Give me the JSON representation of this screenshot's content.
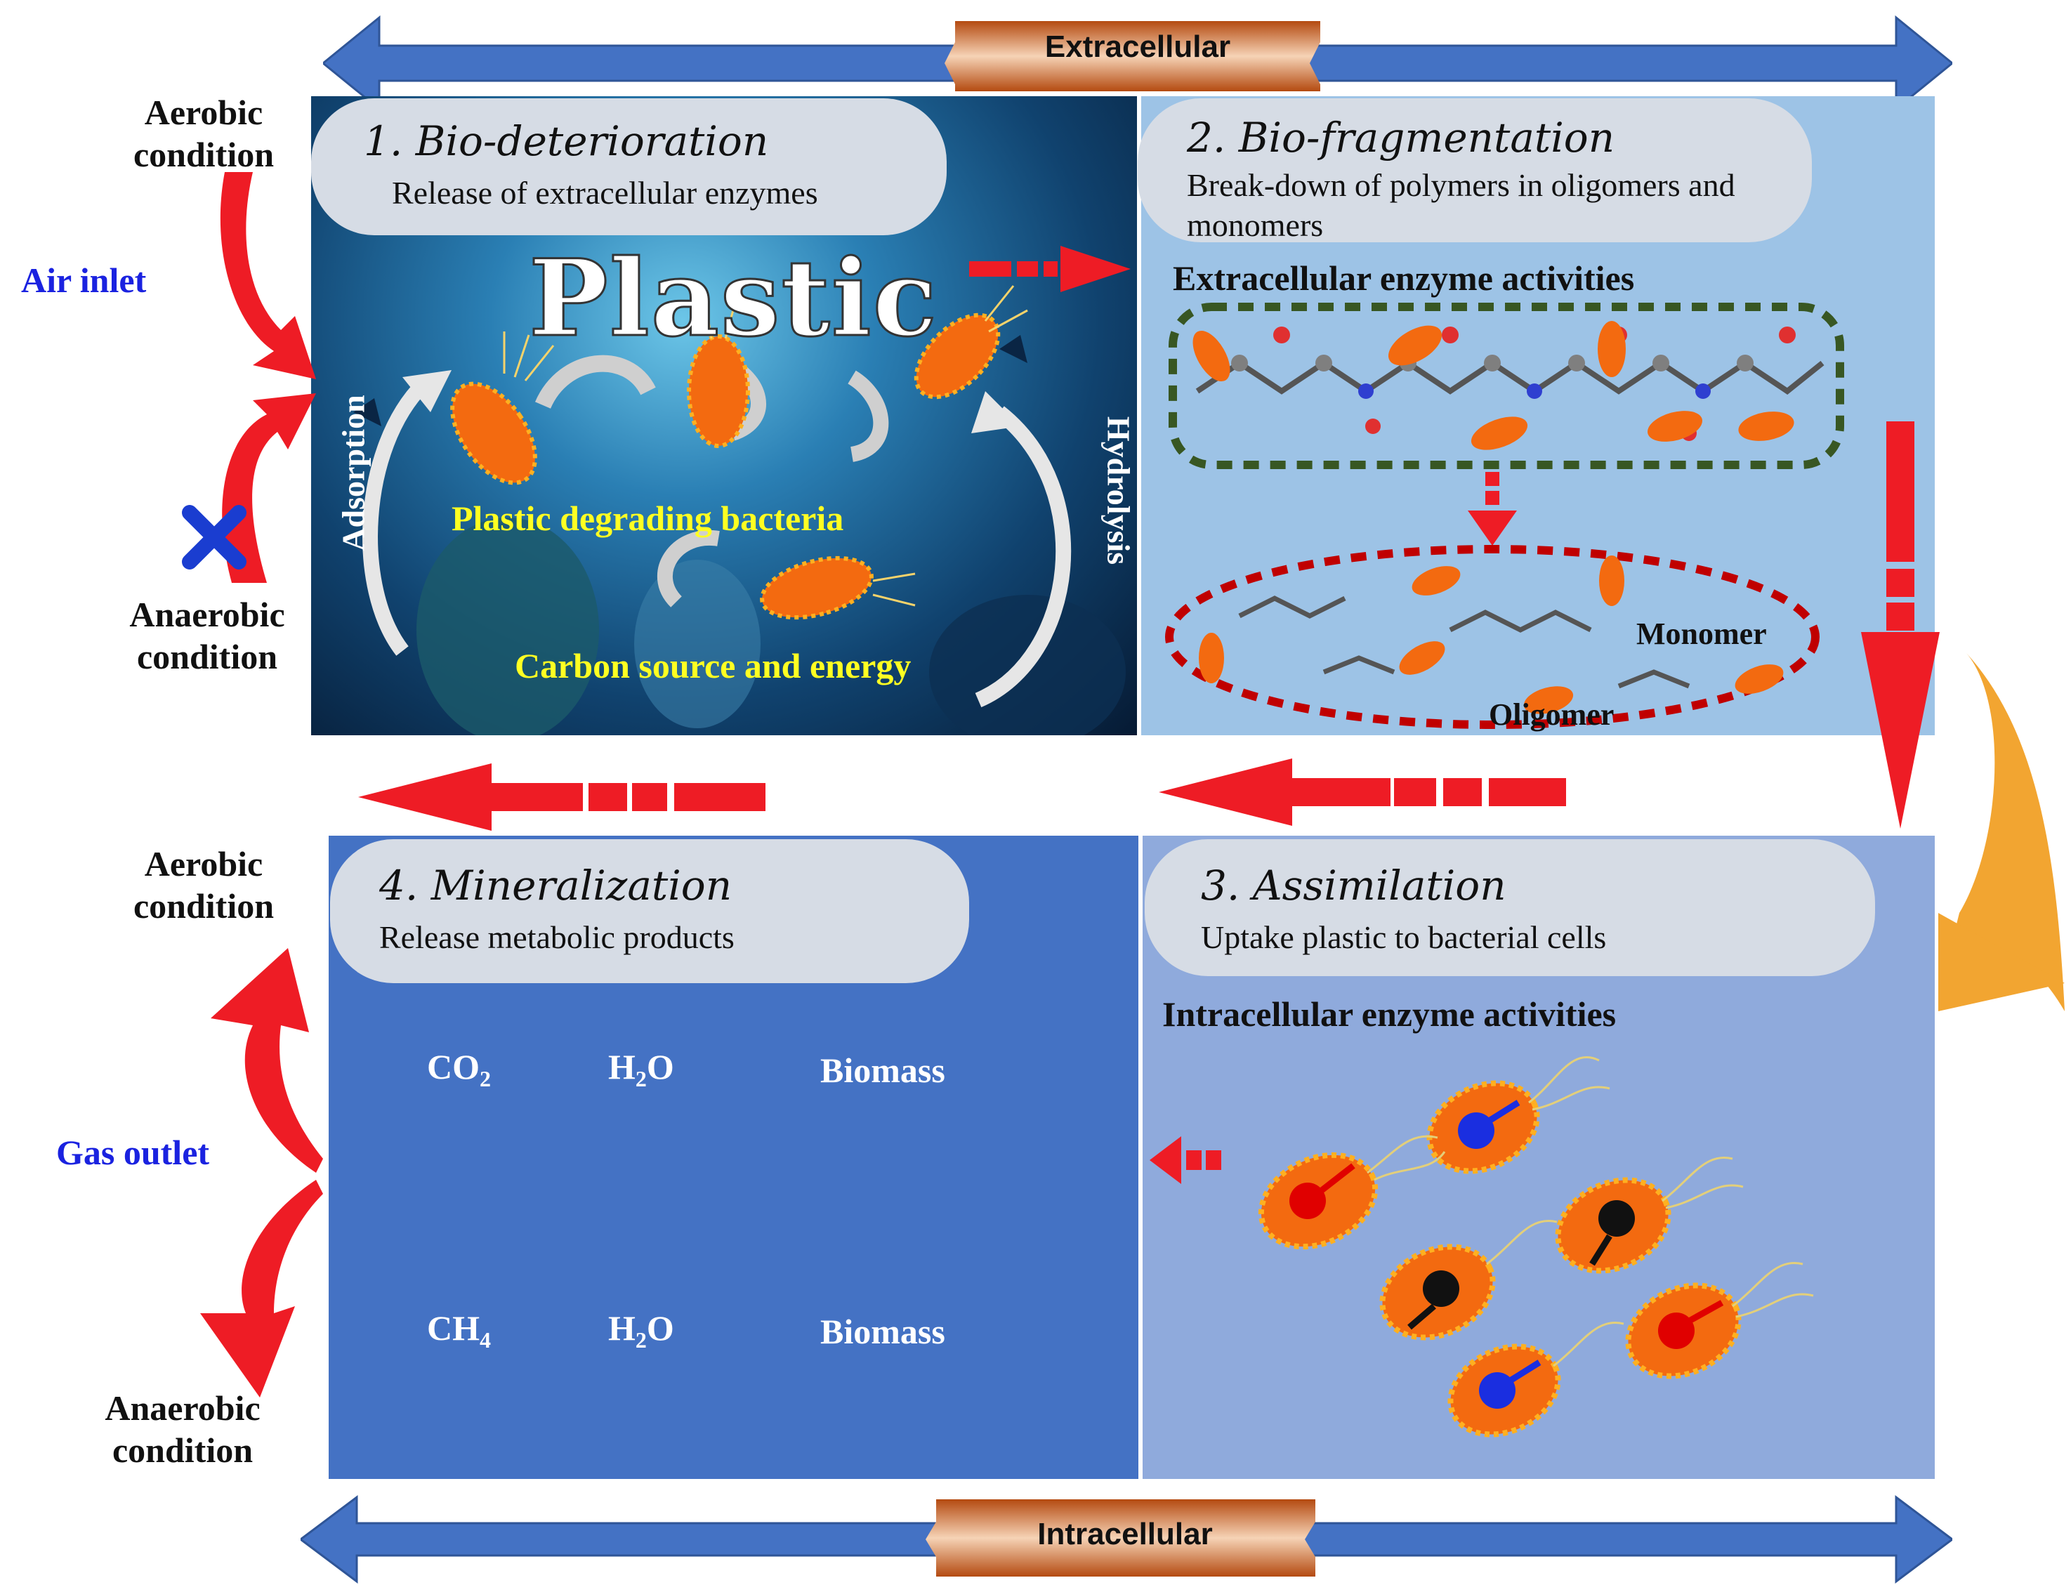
{
  "top_bar": {
    "label": "Extracellular"
  },
  "bottom_bar": {
    "label": "Intracellular"
  },
  "left_inputs": {
    "aerobic": "Aerobic\ncondition",
    "air_inlet": "Air inlet",
    "anaerobic": "Anaerobic\ncondition"
  },
  "left_outputs": {
    "aerobic": "Aerobic\ncondition",
    "gas_outlet": "Gas outlet",
    "anaerobic": "Anaerobic\ncondition"
  },
  "step1": {
    "title": "1. Bio-deterioration",
    "desc": "Release of extracellular enzymes",
    "plastic_word": "Plastic",
    "bacteria_label": "Plastic degrading bacteria",
    "carbon_label": "Carbon source and energy",
    "adsorption": "Adsorption",
    "hydrolysis": "Hydrolysis"
  },
  "step2": {
    "title": "2. Bio-fragmentation",
    "desc": "Break-down of polymers in oligomers and monomers",
    "enzymes": "Extracellular enzyme activities",
    "monomer": "Monomer",
    "oligomer": "Oligomer"
  },
  "step3": {
    "title": "3. Assimilation",
    "desc": "Uptake plastic to bacterial cells",
    "enzymes": "Intracellular enzyme activities"
  },
  "step4": {
    "title": "4. Mineralization",
    "desc": "Release metabolic products",
    "aerobic_products": [
      {
        "base": "CO",
        "sub": "2"
      },
      {
        "base": "H",
        "sub": "2",
        "tail": "O"
      },
      {
        "base": "Biomass",
        "sub": ""
      }
    ],
    "anaerobic_products": [
      {
        "base": "CH",
        "sub": "4"
      },
      {
        "base": "H",
        "sub": "2",
        "tail": "O"
      },
      {
        "base": "Biomass",
        "sub": ""
      }
    ]
  },
  "colors": {
    "bar_blue": "#4472c4",
    "bar_orange": "#c55a11",
    "panel2": "#9dc3e6",
    "panel3": "#8faadc",
    "panel4": "#4472c4",
    "arrow_red": "#ee1c25",
    "arrow_orange": "#f2a531",
    "pill_gray": "#d6dce5"
  }
}
